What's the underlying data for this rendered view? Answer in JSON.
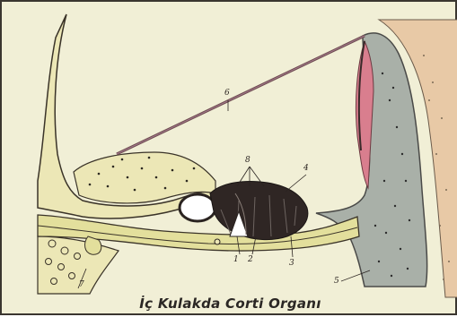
{
  "figure": {
    "caption": "İç Kulakda Corti Organı",
    "labels": {
      "one": "1",
      "two": "2",
      "three": "3",
      "four": "4",
      "five": "5",
      "six": "6",
      "seven": "7",
      "eight": "8"
    },
    "colors": {
      "background": "#f1efd6",
      "bone_cream": "#ece7b6",
      "tissue_yellow": "#e3df9c",
      "outer_wall_tan": "#e8c9a6",
      "ligament_gray": "#a9b0a8",
      "hair_cells_dark": "#2f2624",
      "membrane_line": "#6d4b4f",
      "stria_pink": "#d97e8e"
    }
  }
}
